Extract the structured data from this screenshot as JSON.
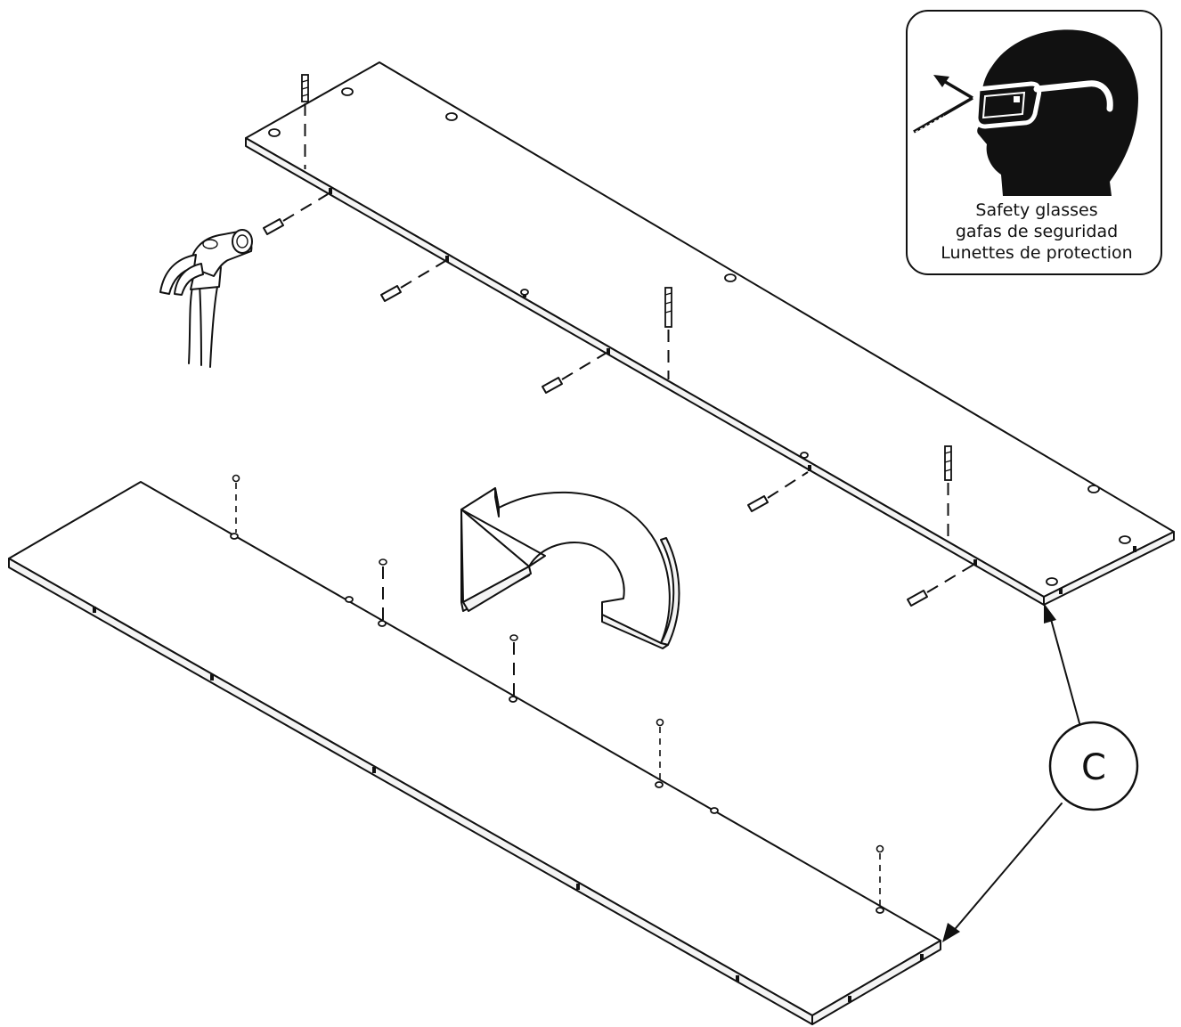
{
  "safety_panel": {
    "icon": "safety-glasses-icon",
    "lines": [
      "Safety glasses",
      "gafas de seguridad",
      "Lunettes de protection"
    ]
  },
  "callout": {
    "label": "C"
  },
  "icons": {
    "hammer": "hammer-icon",
    "rotate": "rotate-arrow-icon"
  }
}
